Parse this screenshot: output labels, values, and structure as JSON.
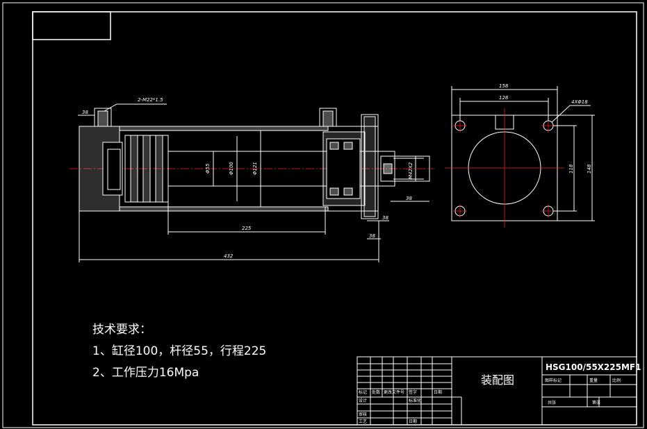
{
  "drawing": {
    "technical_requirements": {
      "heading": "技术要求：",
      "item_1": "1、缸径100，杆径55，行程225",
      "item_2": "2、工作压力16Mpa"
    },
    "callouts": {
      "ports": "2-M22*1.5",
      "bolt_holes": "4XΦ18"
    },
    "dimensions": {
      "overall_length": "432",
      "stroke": "225",
      "rod_dia": "Φ55",
      "bore_dia": "Φ100",
      "body_dia": "Φ121",
      "thread": "M42X2",
      "rod_end": "38",
      "flange_thk": "38",
      "end_thk": "38",
      "port_offset": "38",
      "flange_width": "158",
      "bolt_spacing_h": "128",
      "bolt_spacing_v": "118",
      "flange_height": "148"
    },
    "title_block": {
      "drawing_title": "装配图",
      "model": "HSG100/55X225MF1",
      "cells": [
        "标记",
        "处数",
        "更改文件号",
        "签字",
        "日期",
        "设计",
        "标准化",
        "审核",
        "工艺",
        "日期",
        "图样标记",
        "重量",
        "比例",
        "共张",
        "第张"
      ]
    }
  },
  "colors": {
    "background": "#000000",
    "line": "#ffffff",
    "centerline": "#ff2020",
    "hatch": "#ffffff"
  }
}
